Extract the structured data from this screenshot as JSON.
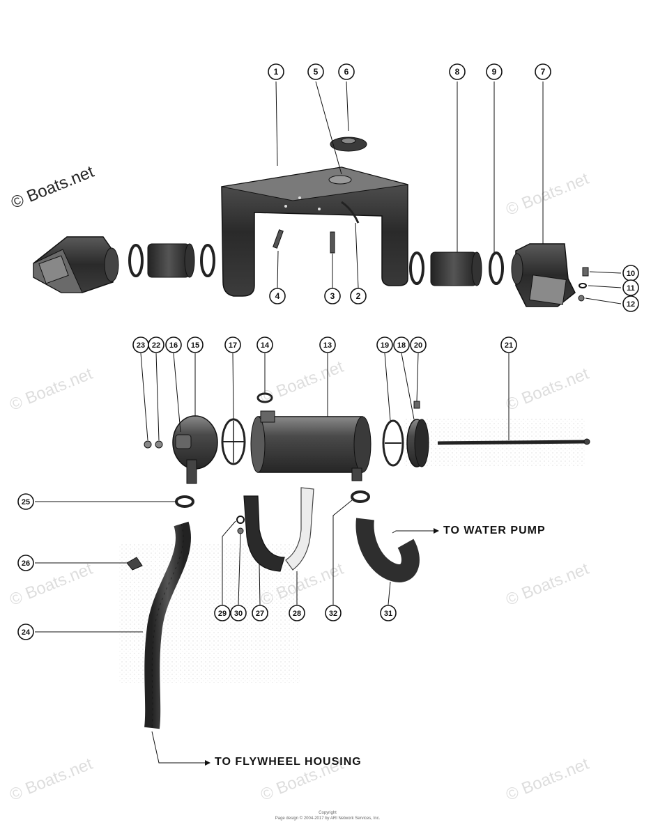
{
  "diagram": {
    "part_numbers": [
      "1",
      "2",
      "3",
      "4",
      "5",
      "6",
      "7",
      "8",
      "9",
      "10",
      "11",
      "12",
      "13",
      "14",
      "15",
      "16",
      "17",
      "18",
      "19",
      "20",
      "21",
      "22",
      "23",
      "24",
      "25",
      "26",
      "27",
      "28",
      "29",
      "30",
      "31",
      "32"
    ],
    "callouts": {
      "water_pump": "TO WATER PUMP",
      "flywheel_housing": "TO FLYWHEEL HOUSING"
    },
    "watermark": "© Boats.net",
    "footer": {
      "line1": "Copyright",
      "line2": "Page design © 2004-2017 by ARI Network Services, Inc."
    }
  },
  "colors": {
    "ink": "#111111",
    "part_fill": "#2e2e2e",
    "part_mid": "#6a6a6a",
    "part_light": "#bdbdbd"
  }
}
